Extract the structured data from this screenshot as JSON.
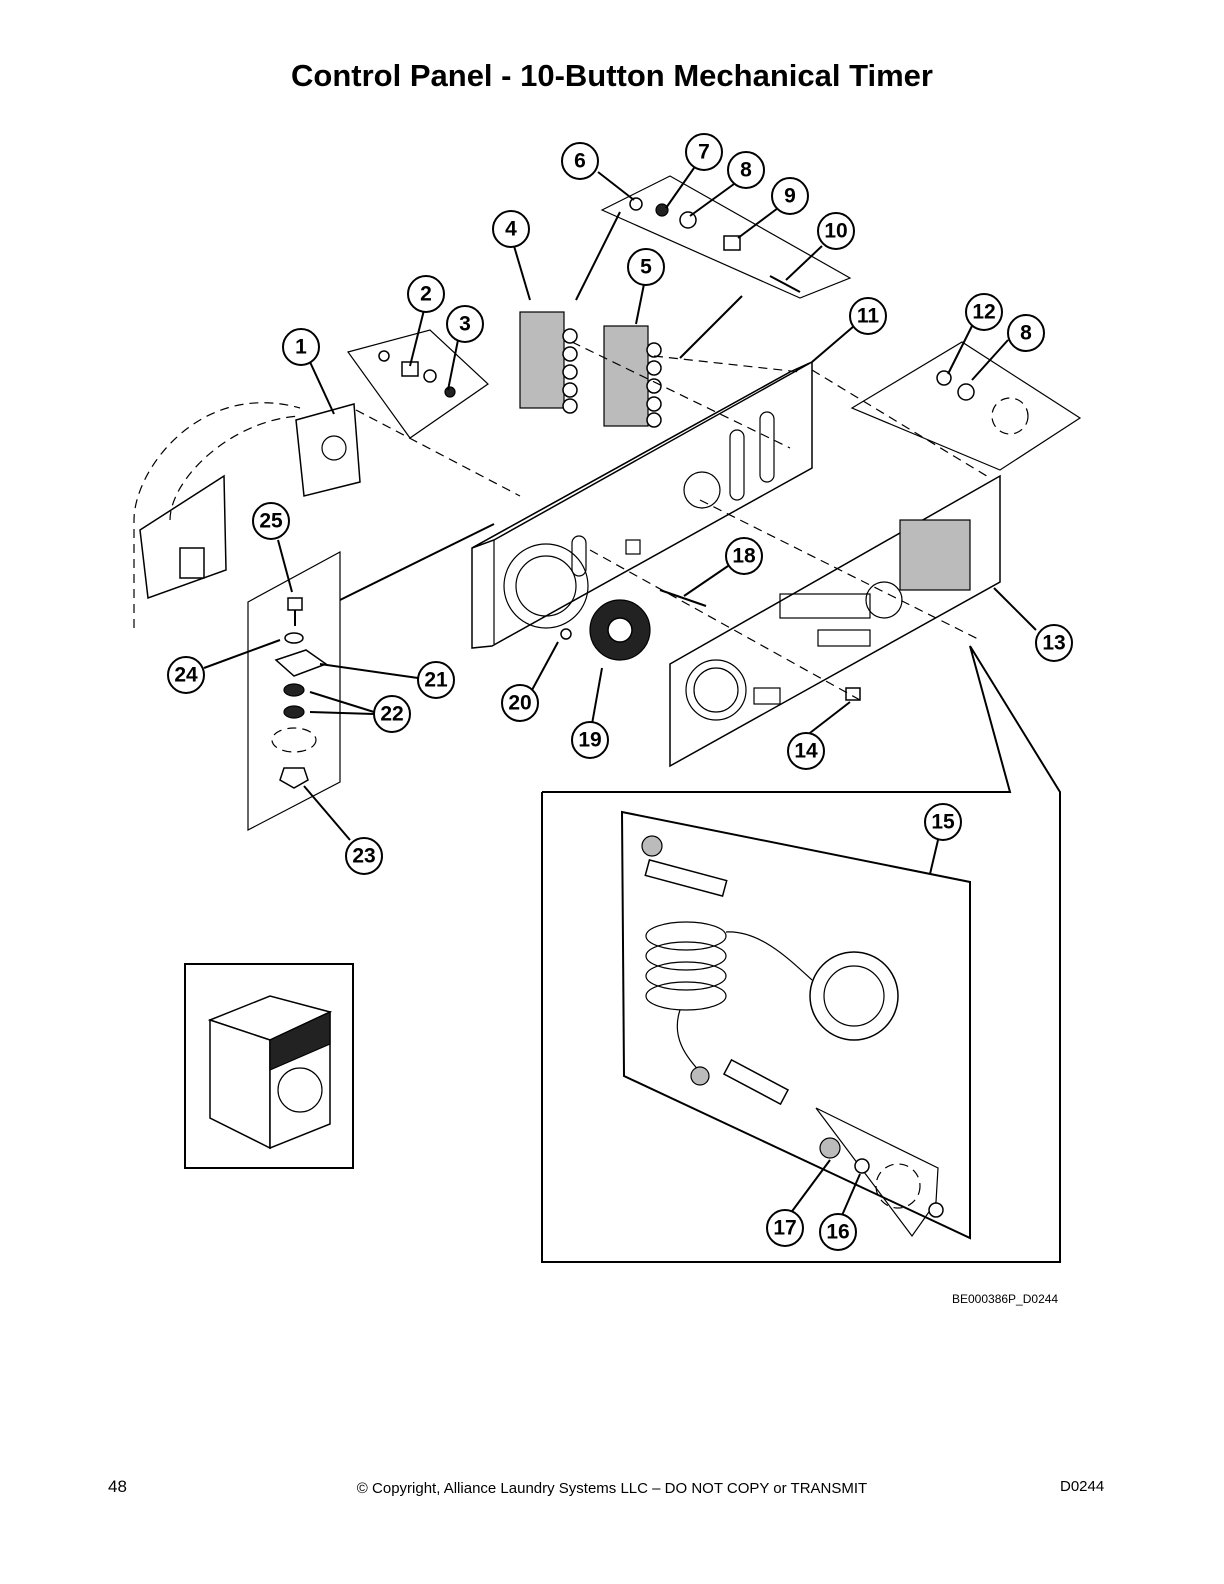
{
  "title": "Control Panel - 10-Button Mechanical Timer",
  "drawing_id": "BE000386P_D0244",
  "footer": {
    "page_number": "48",
    "copyright": "© Copyright, Alliance Laundry Systems LLC – DO NOT COPY or TRANSMIT",
    "doc_code": "D0244"
  },
  "callouts": [
    "1",
    "2",
    "3",
    "4",
    "5",
    "6",
    "7",
    "8",
    "9",
    "10",
    "11",
    "12",
    "8",
    "13",
    "14",
    "15",
    "16",
    "17",
    "18",
    "19",
    "20",
    "21",
    "22",
    "23",
    "24",
    "25"
  ]
}
